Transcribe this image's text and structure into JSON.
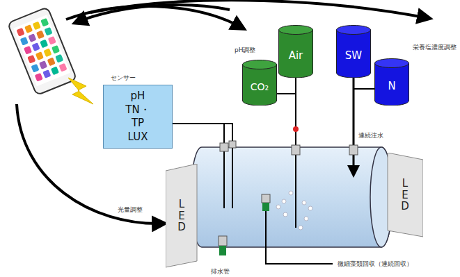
{
  "diagram": {
    "nodes": [
      {
        "text": [
          "センサー",
          "pH TN・TP LUX"
        ]
      },
      {
        "text": [
          "CO₂"
        ]
      },
      {
        "text": [
          "Air"
        ]
      },
      {
        "text": [
          "SW"
        ]
      },
      {
        "text": [
          "N"
        ]
      },
      {
        "text": [
          "LED"
        ]
      },
      {
        "text": [
          "LED"
        ]
      }
    ],
    "labels": [
      "pH調整",
      "栄養塩濃度調整",
      "連続注水",
      "光量調整",
      "微細藻類回収（連続回収）",
      "排水管"
    ]
  }
}
